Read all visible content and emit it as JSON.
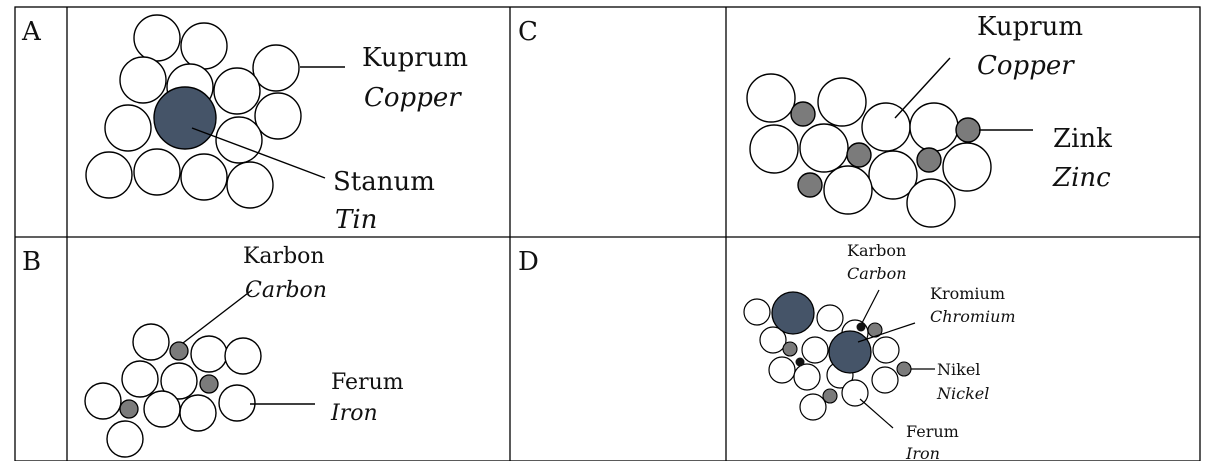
{
  "colors": {
    "border": "#000000",
    "atom_fill": "#ffffff",
    "large_solute": "#455468",
    "small_solute": "#7b7b7b",
    "interstitial": "#111111"
  },
  "cells": [
    {
      "letter": "A",
      "labels": [
        {
          "main": "Kuprum",
          "sub": "Copper"
        },
        {
          "main": "Stanum",
          "sub": "Tin"
        }
      ]
    },
    {
      "letter": "C",
      "labels": [
        {
          "main": "Kuprum",
          "sub": "Copper"
        },
        {
          "main": "Zink",
          "sub": "Zinc"
        }
      ]
    },
    {
      "letter": "B",
      "labels": [
        {
          "main": "Karbon",
          "sub": "Carbon"
        },
        {
          "main": "Ferum",
          "sub": "Iron"
        }
      ]
    },
    {
      "letter": "D",
      "labels": [
        {
          "main": "Karbon",
          "sub": "Carbon"
        },
        {
          "main": "Kromium",
          "sub": "Chromium"
        },
        {
          "main": "Nikel",
          "sub": "Nickel"
        },
        {
          "main": "Ferum",
          "sub": "Iron"
        }
      ]
    }
  ]
}
